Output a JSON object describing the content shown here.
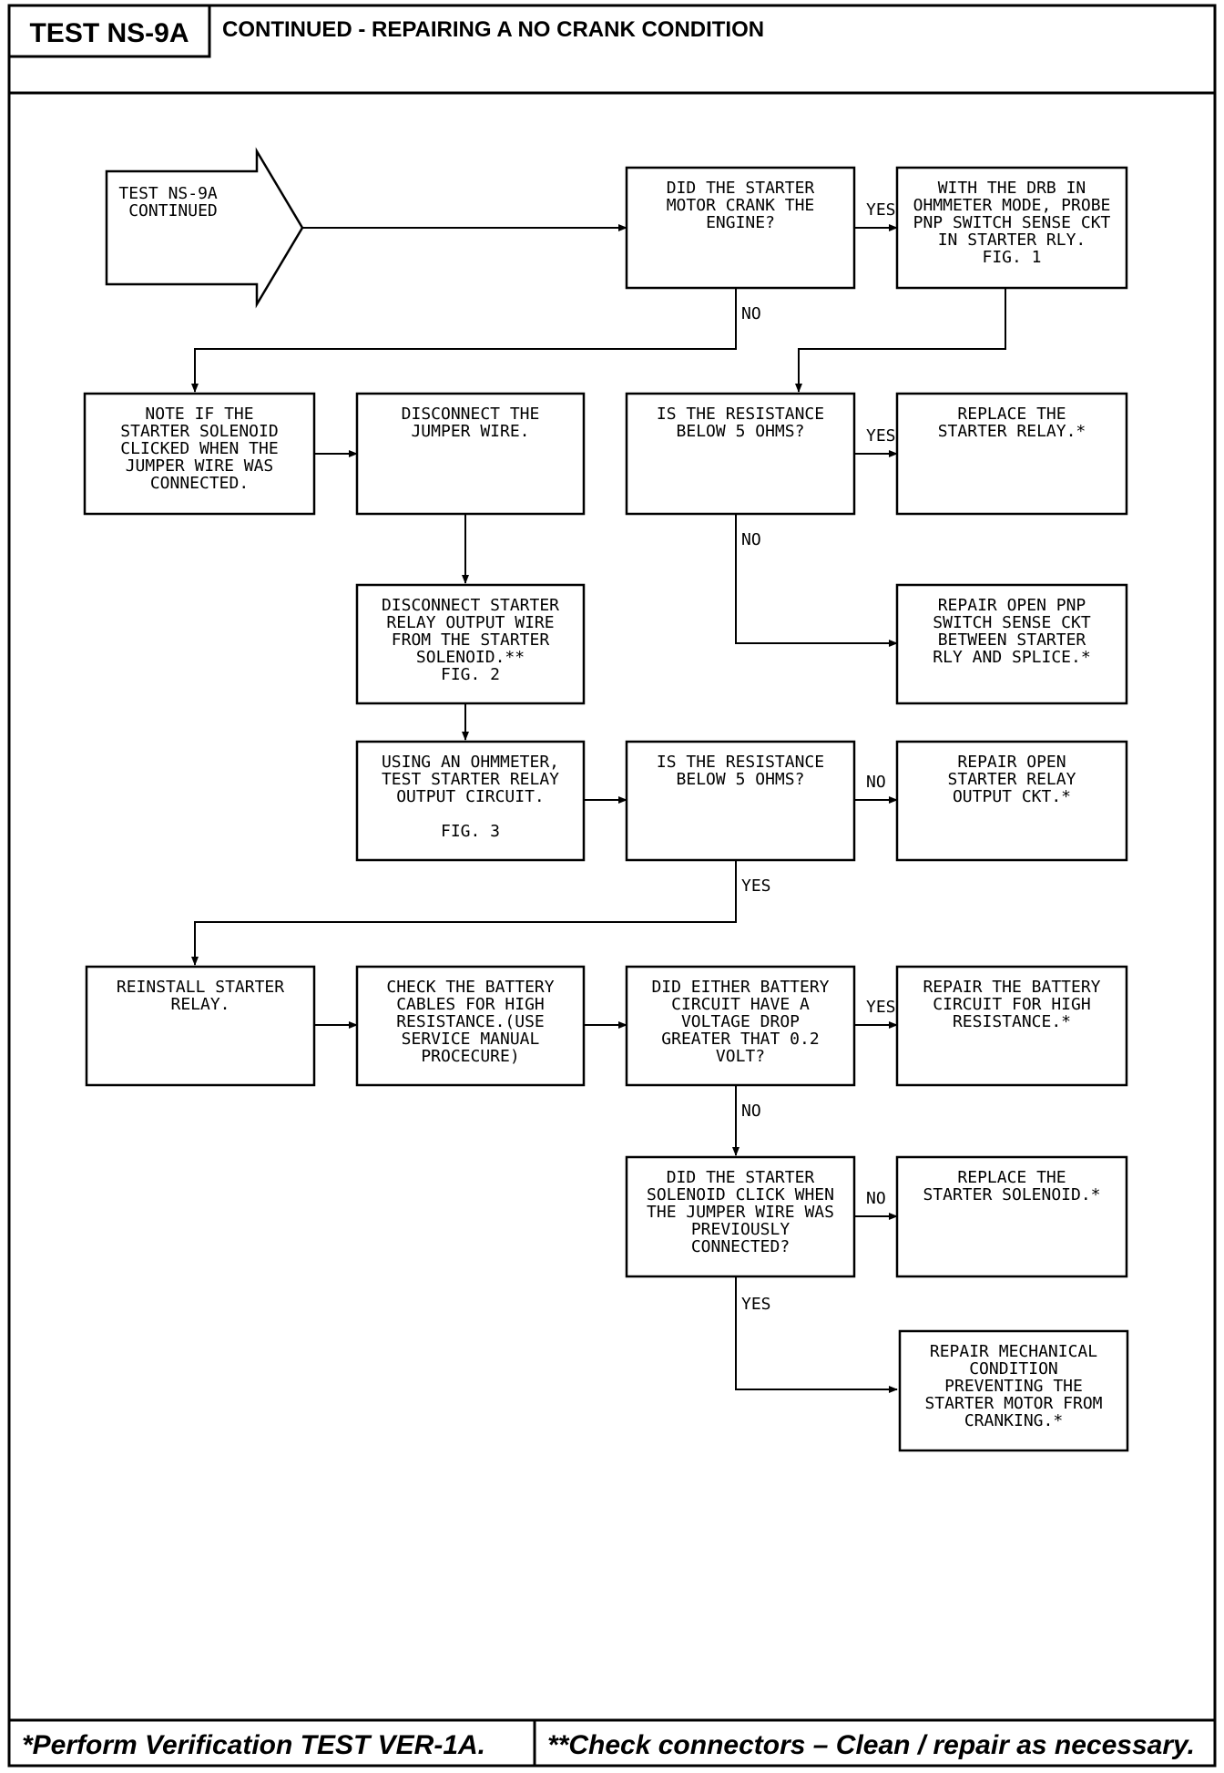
{
  "header": {
    "test_id": "TEST NS-9A",
    "title": "CONTINUED - REPAIRING A NO CRANK CONDITION"
  },
  "start": {
    "lines": [
      "TEST NS-9A",
      "CONTINUED"
    ]
  },
  "nodes": {
    "q_crank": [
      "DID THE STARTER",
      "MOTOR CRANK THE",
      "ENGINE?"
    ],
    "probe_pnp": [
      "WITH THE DRB IN",
      "OHMMETER MODE, PROBE",
      "PNP SWITCH SENSE CKT",
      "IN STARTER RLY.",
      "FIG. 1"
    ],
    "note_solenoid": [
      "NOTE IF THE",
      "STARTER SOLENOID",
      "CLICKED WHEN THE",
      "JUMPER WIRE WAS",
      "CONNECTED."
    ],
    "disconnect_jumper": [
      "DISCONNECT THE",
      "JUMPER WIRE."
    ],
    "q_res1": [
      "IS THE RESISTANCE",
      "BELOW 5 OHMS?"
    ],
    "replace_relay": [
      "REPLACE THE",
      "STARTER RELAY.*"
    ],
    "disconnect_output": [
      "DISCONNECT STARTER",
      "RELAY OUTPUT WIRE",
      "FROM THE STARTER",
      "SOLENOID.**",
      "FIG. 2"
    ],
    "repair_pnp": [
      "REPAIR OPEN PNP",
      "SWITCH SENSE CKT",
      "BETWEEN STARTER",
      "RLY AND SPLICE.*"
    ],
    "ohmmeter_test": [
      "USING AN OHMMETER,",
      "TEST STARTER RELAY",
      "OUTPUT CIRCUIT.",
      "",
      "FIG. 3"
    ],
    "q_res2": [
      "IS THE RESISTANCE",
      "BELOW 5 OHMS?"
    ],
    "repair_output": [
      "REPAIR OPEN",
      "STARTER RELAY",
      "OUTPUT CKT.*"
    ],
    "reinstall_relay": [
      "REINSTALL STARTER",
      "RELAY."
    ],
    "check_cables": [
      "CHECK THE BATTERY",
      "CABLES FOR HIGH",
      "RESISTANCE.(USE",
      "SERVICE MANUAL",
      "PROCECURE)"
    ],
    "q_voltage_drop": [
      "DID EITHER BATTERY",
      "CIRCUIT HAVE A",
      "VOLTAGE DROP",
      "GREATER THAT 0.2",
      "VOLT?"
    ],
    "repair_battery": [
      "REPAIR THE BATTERY",
      "CIRCUIT FOR HIGH",
      "RESISTANCE.*"
    ],
    "q_solenoid_click": [
      "DID THE STARTER",
      "SOLENOID CLICK WHEN",
      "THE JUMPER WIRE WAS",
      "PREVIOUSLY",
      "CONNECTED?"
    ],
    "replace_solenoid": [
      "REPLACE THE",
      "STARTER SOLENOID.*"
    ],
    "repair_mechanical": [
      "REPAIR MECHANICAL",
      "CONDITION",
      "PREVENTING THE",
      "STARTER MOTOR FROM",
      "CRANKING.*"
    ]
  },
  "edge_labels": {
    "crank_yes": "YES",
    "crank_no": "NO",
    "res1_yes": "YES",
    "res1_no": "NO",
    "res2_no": "NO",
    "res2_yes": "YES",
    "vdrop_yes": "YES",
    "vdrop_no": "NO",
    "click_no": "NO",
    "click_yes": "YES"
  },
  "footer": {
    "left": "*Perform Verification TEST VER-1A.",
    "right": "**Check connectors – Clean / repair as necessary."
  }
}
